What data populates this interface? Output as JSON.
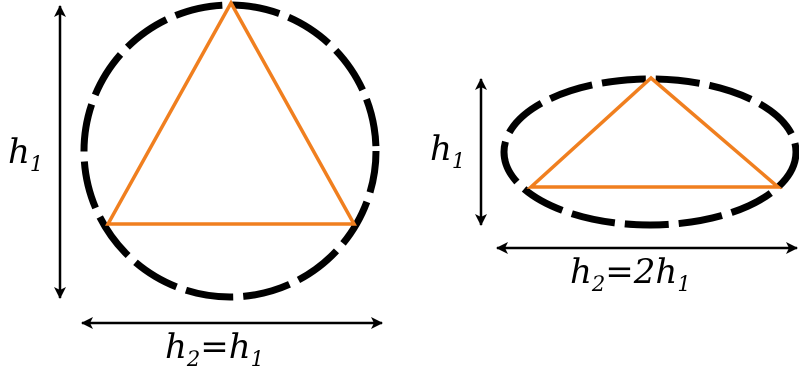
{
  "colors": {
    "ellipse_stroke": "#000000",
    "triangle_stroke": "#f07f1f",
    "arrow": "#000000",
    "background": "#ffffff"
  },
  "left_figure": {
    "vertical_label": {
      "base": "h",
      "sub": "1",
      "rest": ""
    },
    "horizontal_label": {
      "base": "h",
      "sub": "2",
      "rest": "=h",
      "rest_sub": "1"
    }
  },
  "right_figure": {
    "vertical_label": {
      "base": "h",
      "sub": "1",
      "rest": ""
    },
    "horizontal_label": {
      "base": "h",
      "sub": "2",
      "rest": "=2h",
      "rest_sub": "1"
    }
  }
}
